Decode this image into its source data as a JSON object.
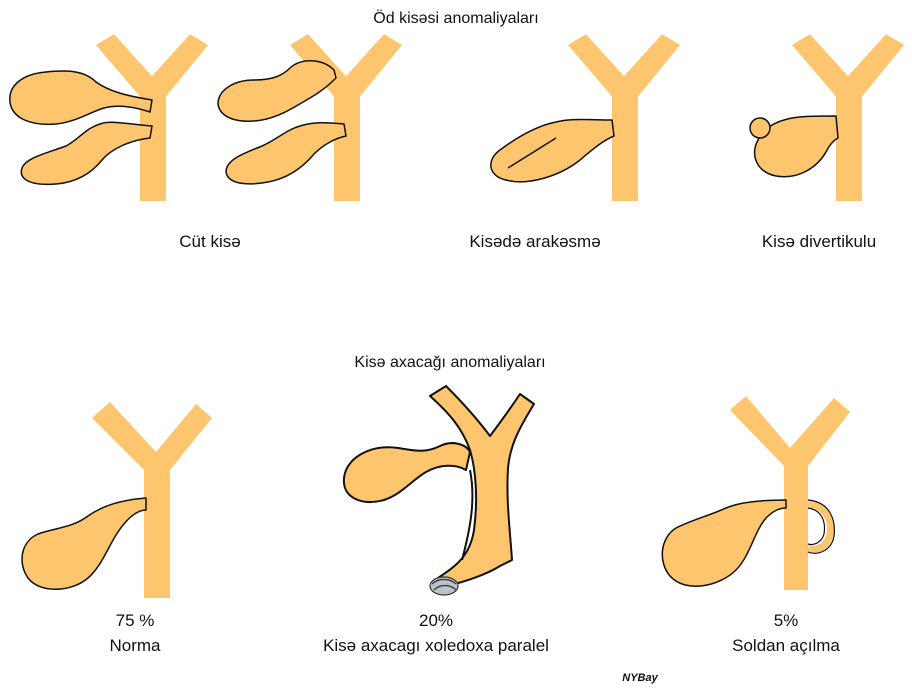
{
  "section_top": {
    "title": "Öd kisəsi anomaliyaları",
    "items": [
      {
        "label": "Cüt kisə"
      },
      {
        "label": "Kisədə arakəsmə"
      },
      {
        "label": "Kisə divertikulu"
      }
    ]
  },
  "section_bottom": {
    "title": "Kisə axacağı anomaliyaları",
    "items": [
      {
        "percent": "75 %",
        "label": "Norma"
      },
      {
        "percent": "20%",
        "label": "Kisə axacagı xoledoxa paralel"
      },
      {
        "percent": "5%",
        "label": "Soldan açılma"
      }
    ]
  },
  "credit": "NYBay",
  "colors": {
    "organ_fill": "#FDC56E",
    "outline": "#111111",
    "stone": "#B9C3C9"
  }
}
